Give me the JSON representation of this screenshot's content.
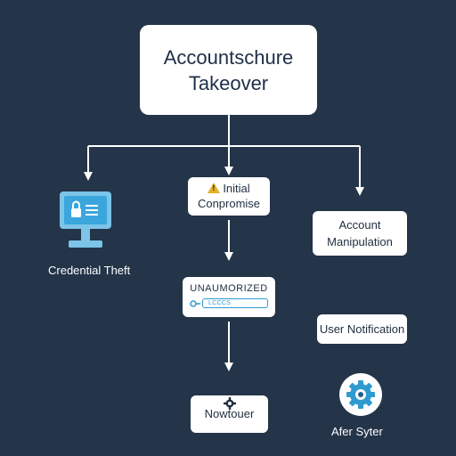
{
  "diagram": {
    "title": {
      "line1": "Accountschure",
      "line2": "Takeover"
    },
    "nodes": {
      "initial_compromise": {
        "line1": "Initial",
        "line2": "Conpromise",
        "icon": "warning-icon"
      },
      "account_manipulation": {
        "line1": "Account",
        "line2": "Manipulation"
      },
      "unauthorized": {
        "title": "UNAUMORIZED",
        "field_text": "LCCCS",
        "icon": "key-icon"
      },
      "user_notification": {
        "label": "User Notification"
      },
      "now": {
        "label": "Nowtouer",
        "icon": "gear-icon"
      }
    },
    "labels": {
      "credential_theft": "Credential Theft",
      "after_system": "Afer Syter"
    },
    "icons": {
      "credential_theft": "monitor-lock-icon",
      "after_system": "gear-badge-icon"
    },
    "colors": {
      "background": "#243449",
      "box": "#ffffff",
      "accent": "#2f9ad0",
      "icon_light": "#7cc4e8",
      "warning": "#e5b02a"
    }
  }
}
